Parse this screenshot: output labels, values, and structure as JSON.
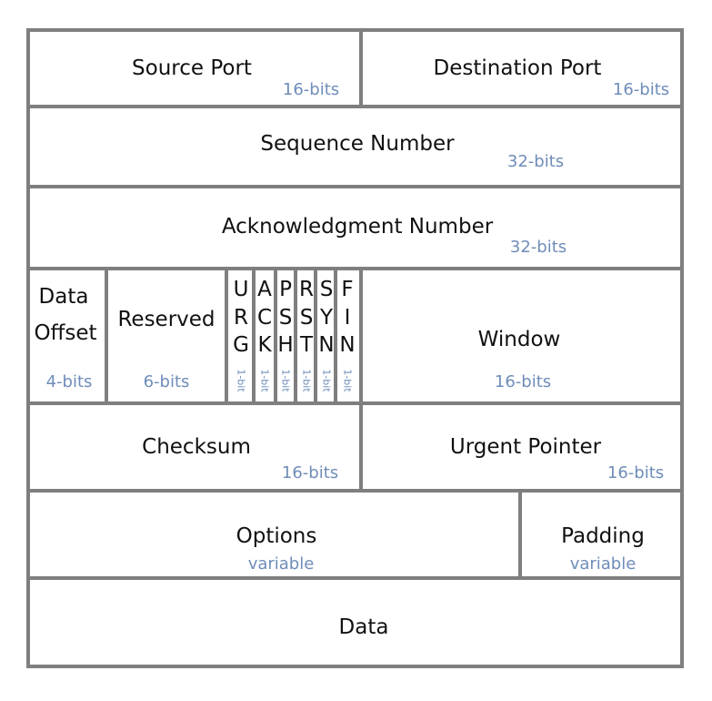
{
  "fields": {
    "source_port": {
      "name": "Source Port",
      "bits": "16-bits"
    },
    "destination_port": {
      "name": "Destination Port",
      "bits": "16-bits"
    },
    "sequence_number": {
      "name": "Sequence Number",
      "bits": "32-bits"
    },
    "acknowledgment_number": {
      "name": "Acknowledgment Number",
      "bits": "32-bits"
    },
    "data_offset": {
      "name_line1": "Data",
      "name_line2": "Offset",
      "bits": "4-bits"
    },
    "reserved": {
      "name": "Reserved",
      "bits": "6-bits"
    },
    "flags": [
      {
        "letters": [
          "U",
          "R",
          "G"
        ],
        "bits": "1-bit"
      },
      {
        "letters": [
          "A",
          "C",
          "K"
        ],
        "bits": "1-bit"
      },
      {
        "letters": [
          "P",
          "S",
          "H"
        ],
        "bits": "1-bit"
      },
      {
        "letters": [
          "R",
          "S",
          "T"
        ],
        "bits": "1-bit"
      },
      {
        "letters": [
          "S",
          "Y",
          "N"
        ],
        "bits": "1-bit"
      },
      {
        "letters": [
          "F",
          "I",
          "N"
        ],
        "bits": "1-bit"
      }
    ],
    "window": {
      "name": "Window",
      "bits": "16-bits"
    },
    "checksum": {
      "name": "Checksum",
      "bits": "16-bits"
    },
    "urgent_pointer": {
      "name": "Urgent Pointer",
      "bits": "16-bits"
    },
    "options": {
      "name": "Options",
      "bits": "variable"
    },
    "padding": {
      "name": "Padding",
      "bits": "variable"
    },
    "data": {
      "name": "Data"
    }
  },
  "colors": {
    "border": "#7f7f7f",
    "label": "#111111",
    "bits": "#6f8db9"
  }
}
